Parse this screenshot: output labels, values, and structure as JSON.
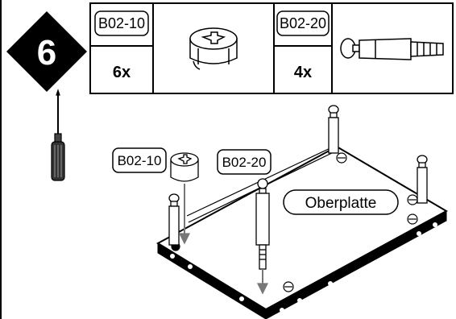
{
  "step": {
    "number": "6",
    "badge_icon": "diamond-badge-icon"
  },
  "parts_table": {
    "parts": [
      {
        "code": "B02-10",
        "quantity": "6x",
        "icon": "cam-lock-fitting-icon"
      },
      {
        "code": "B02-20",
        "quantity": "4x",
        "icon": "cam-bolt-dowel-icon"
      }
    ]
  },
  "tools": {
    "icon": "screwdriver-icon"
  },
  "assembly": {
    "callout_cam": "B02-10",
    "callout_bolt": "B02-20",
    "panel_label": "Oberplatte"
  }
}
